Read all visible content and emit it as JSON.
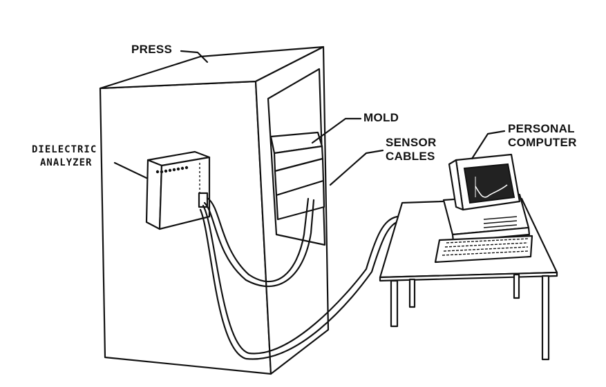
{
  "labels": {
    "press": "PRESS",
    "mold": "MOLD",
    "sensor_cables_line1": "SENSOR",
    "sensor_cables_line2": "CABLES",
    "personal_computer_line1": "PERSONAL",
    "personal_computer_line2": "COMPUTER",
    "dielectric_analyzer_line1": "DIELECTRIC",
    "dielectric_analyzer_line2": "ANALYZER"
  },
  "colors": {
    "ink": "#111111",
    "background": "#ffffff"
  }
}
